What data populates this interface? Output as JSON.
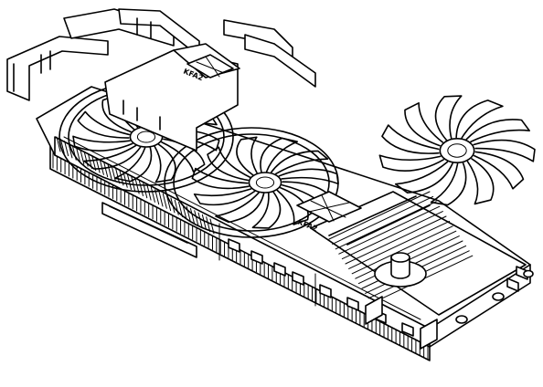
{
  "figure": {
    "brand_text": "KFA2",
    "colors": {
      "line": "#000000",
      "background": "#ffffff"
    },
    "fans": [
      {
        "name": "fan-left",
        "blades": 11
      },
      {
        "name": "fan-middle",
        "blades": 11
      },
      {
        "name": "fan-right",
        "blades": 11
      }
    ]
  }
}
